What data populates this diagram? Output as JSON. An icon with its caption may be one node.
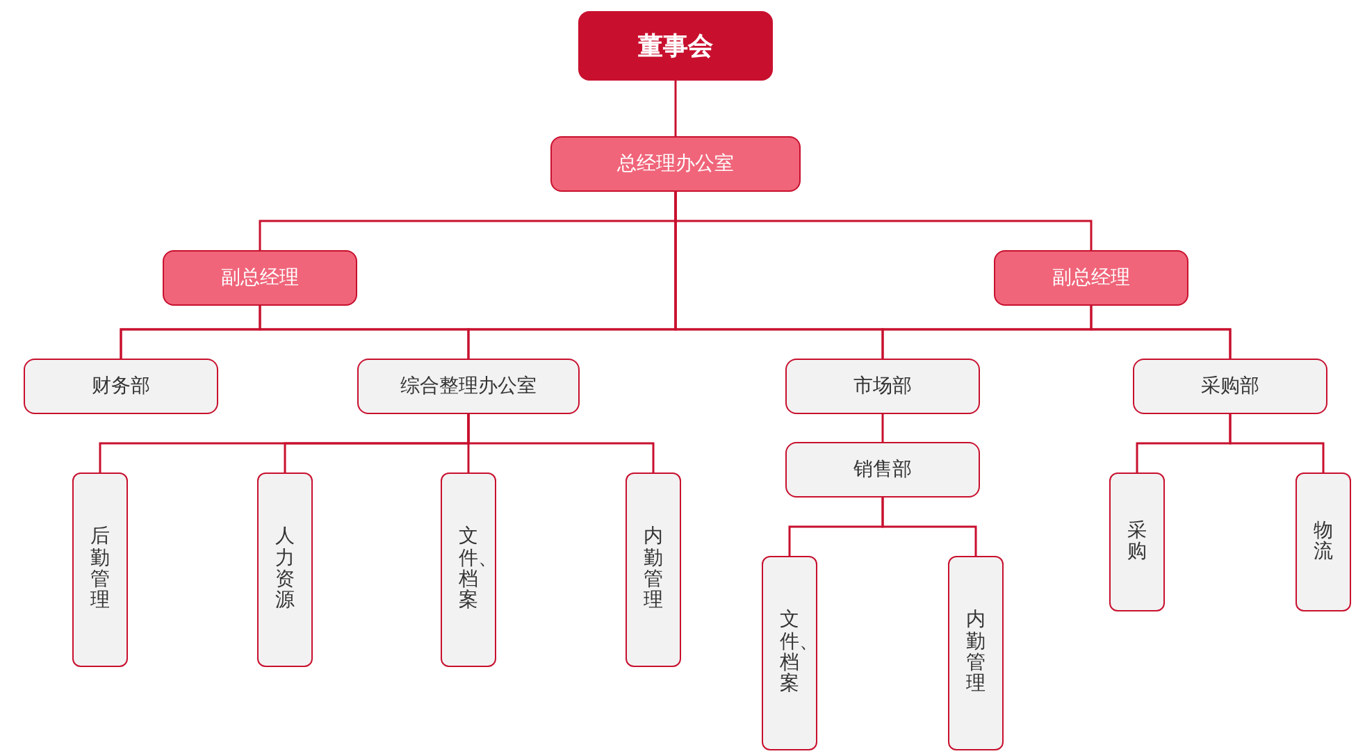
{
  "diagram": {
    "nodes": [
      {
        "text": [
          "董事会"
        ]
      },
      {
        "text": [
          "总经理办公室"
        ]
      },
      {
        "text": [
          "副总经理"
        ]
      },
      {
        "text": [
          "副总经理"
        ]
      },
      {
        "text": [
          "财务部"
        ]
      },
      {
        "text": [
          "综合整理办公室"
        ]
      },
      {
        "text": [
          "市场部"
        ]
      },
      {
        "text": [
          "采购部"
        ]
      },
      {
        "text": [
          "后勤管理"
        ]
      },
      {
        "text": [
          "人力资源"
        ]
      },
      {
        "text": [
          "文件、档案"
        ]
      },
      {
        "text": [
          "内勤管理"
        ]
      },
      {
        "text": [
          "销售部"
        ]
      },
      {
        "text": [
          "文件、档案"
        ]
      },
      {
        "text": [
          "内勤管理"
        ]
      },
      {
        "text": [
          "采购"
        ]
      },
      {
        "text": [
          "物流"
        ]
      }
    ],
    "edges": [
      {
        "from": 0,
        "to": 1,
        "arrow": "none"
      },
      {
        "from": 1,
        "to": 2,
        "arrow": "none"
      },
      {
        "from": 1,
        "to": 3,
        "arrow": "none"
      },
      {
        "from": 1,
        "to": 4,
        "arrow": "none"
      },
      {
        "from": 1,
        "to": 5,
        "arrow": "none"
      },
      {
        "from": 1,
        "to": 6,
        "arrow": "none"
      },
      {
        "from": 1,
        "to": 7,
        "arrow": "none"
      },
      {
        "from": 2,
        "to": 4,
        "arrow": "none"
      },
      {
        "from": 2,
        "to": 5,
        "arrow": "none"
      },
      {
        "from": 3,
        "to": 6,
        "arrow": "none"
      },
      {
        "from": 3,
        "to": 7,
        "arrow": "none"
      },
      {
        "from": 5,
        "to": 8,
        "arrow": "none"
      },
      {
        "from": 5,
        "to": 9,
        "arrow": "none"
      },
      {
        "from": 5,
        "to": 10,
        "arrow": "none"
      },
      {
        "from": 5,
        "to": 11,
        "arrow": "none"
      },
      {
        "from": 6,
        "to": 12,
        "arrow": "none"
      },
      {
        "from": 12,
        "to": 13,
        "arrow": "none"
      },
      {
        "from": 12,
        "to": 14,
        "arrow": "none"
      },
      {
        "from": 7,
        "to": 15,
        "arrow": "none"
      },
      {
        "from": 7,
        "to": 16,
        "arrow": "none"
      }
    ]
  }
}
